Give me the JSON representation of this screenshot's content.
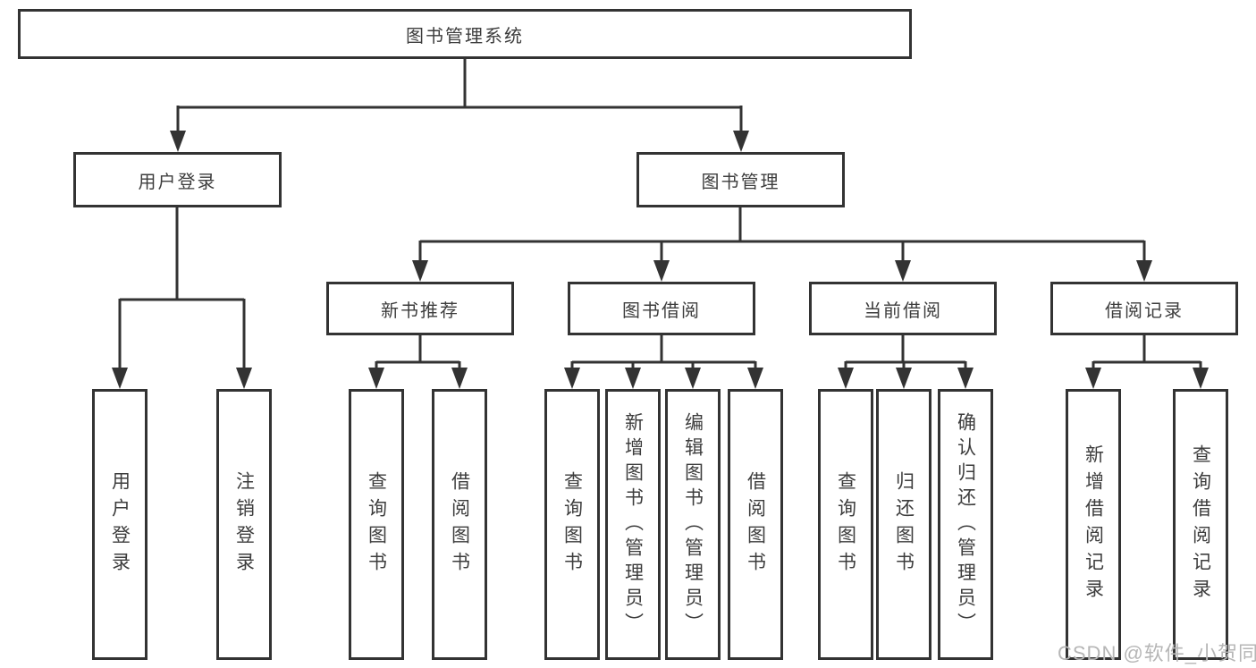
{
  "tree": {
    "root": {
      "label": "图书管理系统",
      "children": [
        {
          "label": "用户登录",
          "children": [
            {
              "label": "用户登录"
            },
            {
              "label": "注销登录"
            }
          ]
        },
        {
          "label": "图书管理",
          "children": [
            {
              "label": "新书推荐",
              "children": [
                {
                  "label": "查询图书"
                },
                {
                  "label": "借阅图书"
                }
              ]
            },
            {
              "label": "图书借阅",
              "children": [
                {
                  "label": "查询图书"
                },
                {
                  "label": "新增图书（管理员）"
                },
                {
                  "label": "编辑图书（管理员）"
                },
                {
                  "label": "借阅图书"
                }
              ]
            },
            {
              "label": "当前借阅",
              "children": [
                {
                  "label": "查询图书"
                },
                {
                  "label": "归还图书"
                },
                {
                  "label": "确认归还（管理员）"
                }
              ]
            },
            {
              "label": "借阅记录",
              "children": [
                {
                  "label": "新增借阅记录"
                },
                {
                  "label": "查询借阅记录"
                }
              ]
            }
          ]
        }
      ]
    }
  },
  "watermark": {
    "text": "CSDN @软件_小贺同学"
  },
  "colors": {
    "line": "#333333",
    "text": "#3d3d3d",
    "box_background": "#ffffff",
    "page_background": "#ffffff",
    "watermark": "#b6b6b6"
  }
}
